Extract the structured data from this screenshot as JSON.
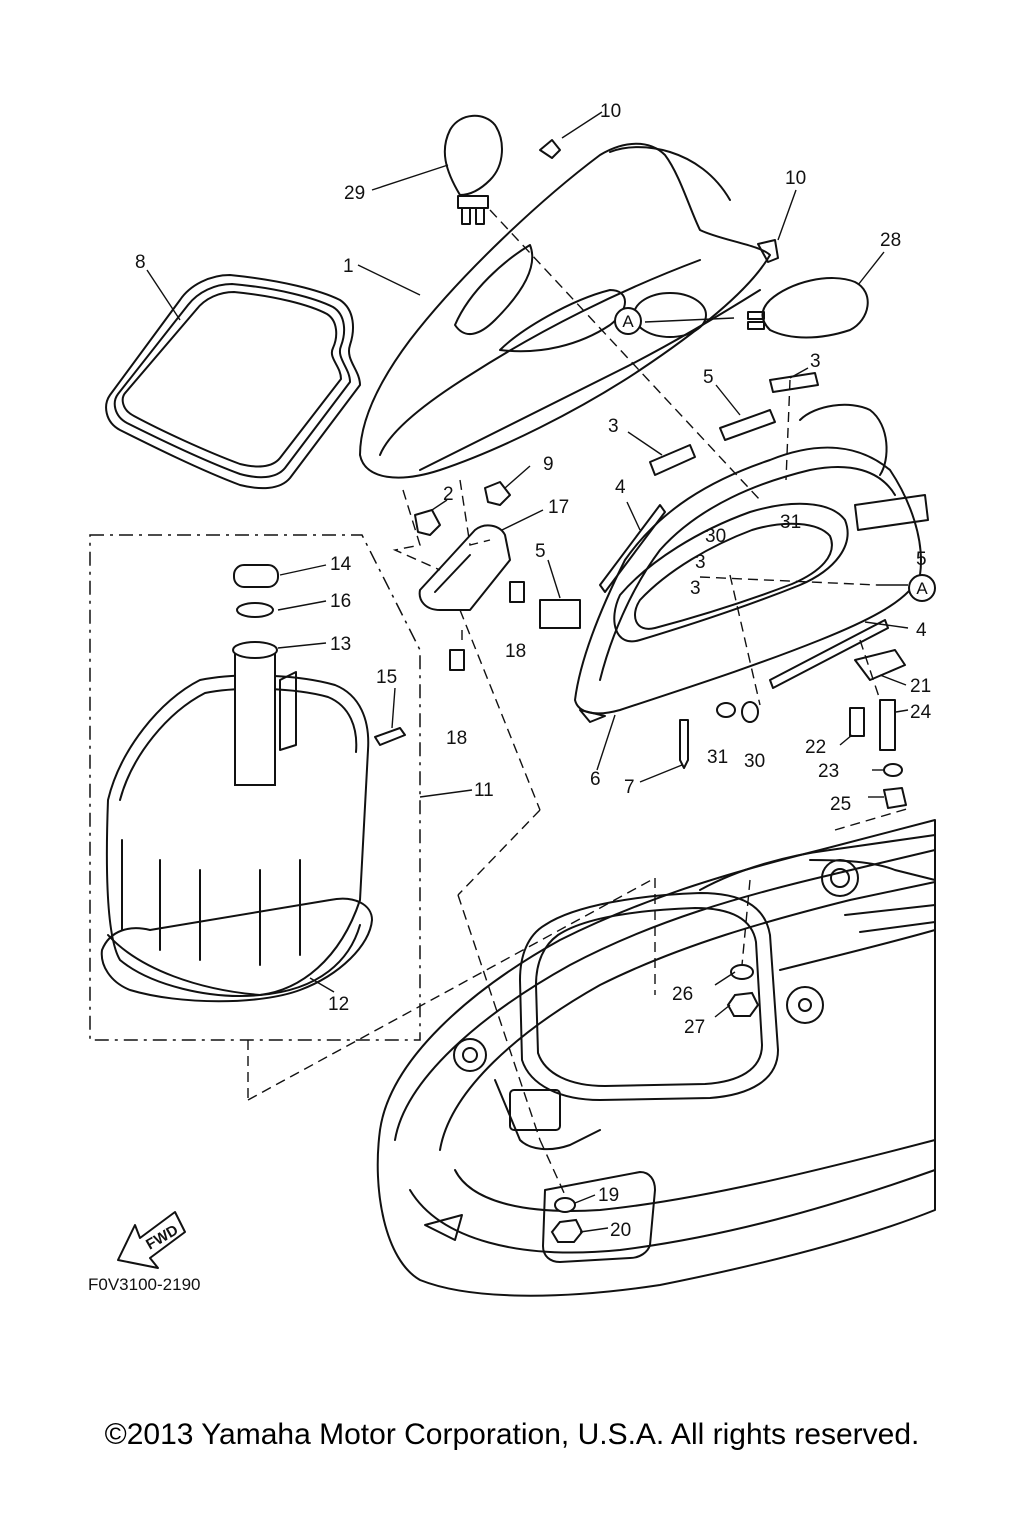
{
  "callouts": [
    {
      "id": "c10a",
      "label": "10"
    },
    {
      "id": "c10b",
      "label": "10"
    },
    {
      "id": "c29",
      "label": "29"
    },
    {
      "id": "c28",
      "label": "28"
    },
    {
      "id": "c8",
      "label": "8"
    },
    {
      "id": "c1",
      "label": "1"
    },
    {
      "id": "c5a",
      "label": "5"
    },
    {
      "id": "c3a",
      "label": "3"
    },
    {
      "id": "c3b",
      "label": "3"
    },
    {
      "id": "c9",
      "label": "9"
    },
    {
      "id": "c2",
      "label": "2"
    },
    {
      "id": "c17",
      "label": "17"
    },
    {
      "id": "c4a",
      "label": "4"
    },
    {
      "id": "c30a",
      "label": "30"
    },
    {
      "id": "c31a",
      "label": "31"
    },
    {
      "id": "c3c",
      "label": "3"
    },
    {
      "id": "c3d",
      "label": "3"
    },
    {
      "id": "c5b",
      "label": "5"
    },
    {
      "id": "c14",
      "label": "14"
    },
    {
      "id": "c16",
      "label": "16"
    },
    {
      "id": "c13",
      "label": "13"
    },
    {
      "id": "c5c",
      "label": "5"
    },
    {
      "id": "c18a",
      "label": "18"
    },
    {
      "id": "c4b",
      "label": "4"
    },
    {
      "id": "c15",
      "label": "15"
    },
    {
      "id": "c21",
      "label": "21"
    },
    {
      "id": "c18b",
      "label": "18"
    },
    {
      "id": "c24",
      "label": "24"
    },
    {
      "id": "c22",
      "label": "22"
    },
    {
      "id": "c31b",
      "label": "31"
    },
    {
      "id": "c30b",
      "label": "30"
    },
    {
      "id": "c6",
      "label": "6"
    },
    {
      "id": "c7",
      "label": "7"
    },
    {
      "id": "c23",
      "label": "23"
    },
    {
      "id": "c11",
      "label": "11"
    },
    {
      "id": "c25",
      "label": "25"
    },
    {
      "id": "c26",
      "label": "26"
    },
    {
      "id": "c27",
      "label": "27"
    },
    {
      "id": "c12",
      "label": "12"
    },
    {
      "id": "c19",
      "label": "19"
    },
    {
      "id": "c20",
      "label": "20"
    }
  ],
  "ref_markers": [
    {
      "id": "refA1",
      "label": "A"
    },
    {
      "id": "refA2",
      "label": "A"
    }
  ],
  "fwd_label": "FWD",
  "drawing_code": "F0V3100-2190",
  "copyright": "©2013 Yamaha Motor Corporation, U.S.A. All rights reserved."
}
